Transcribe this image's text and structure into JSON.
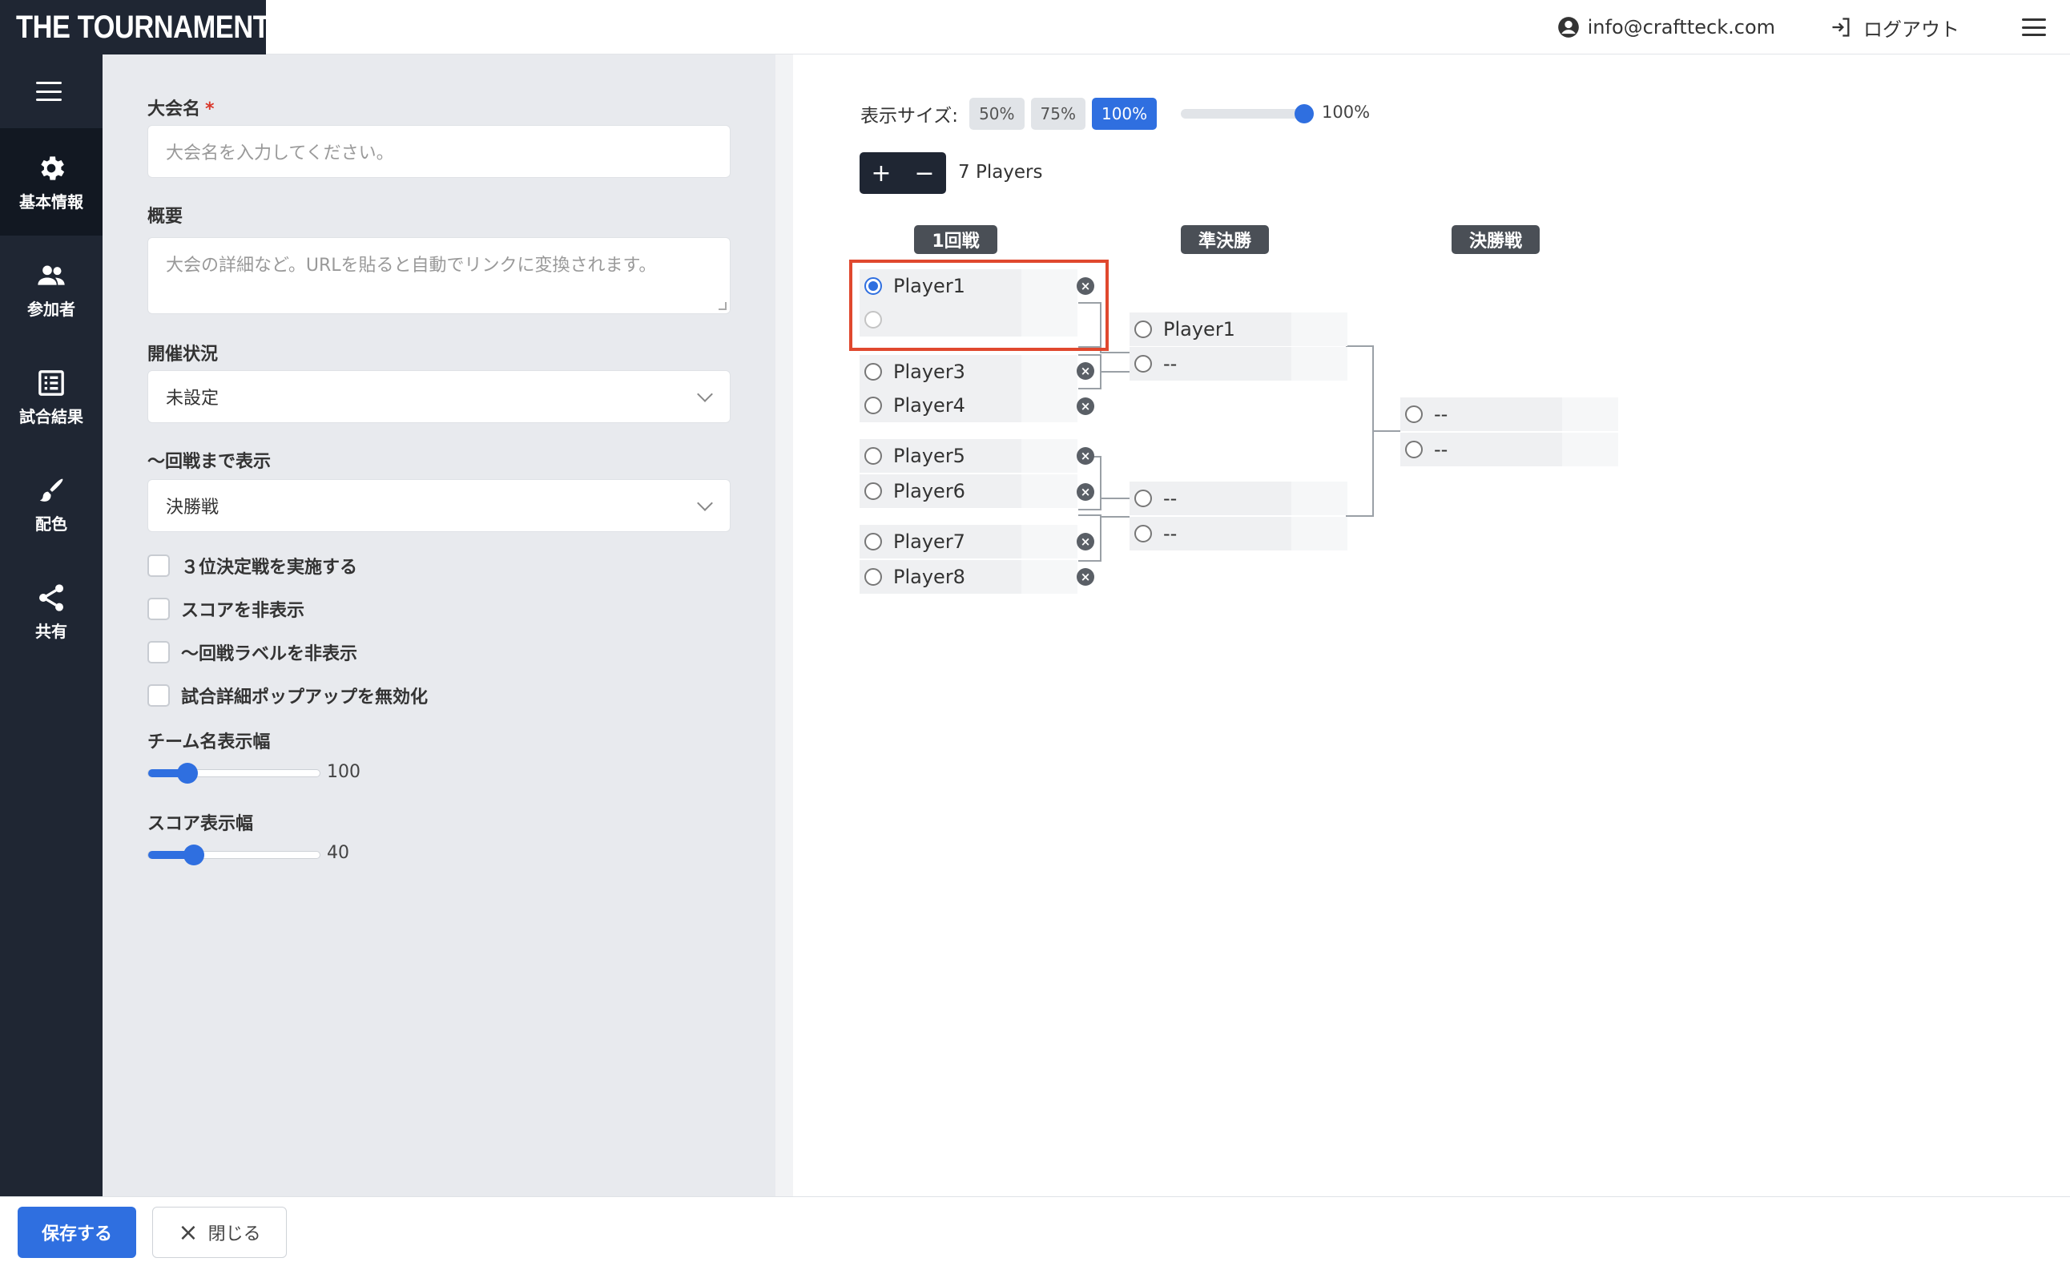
{
  "app": {
    "logo": "THE TOURNAMENT"
  },
  "header": {
    "user_email": "info@craftteck.com",
    "logout_label": "ログアウト"
  },
  "sidenav": {
    "items": [
      {
        "label": "基本情報",
        "icon": "gear-icon"
      },
      {
        "label": "参加者",
        "icon": "users-icon"
      },
      {
        "label": "試合結果",
        "icon": "list-icon"
      },
      {
        "label": "配色",
        "icon": "brush-icon"
      },
      {
        "label": "共有",
        "icon": "share-icon"
      }
    ]
  },
  "form": {
    "name_label": "大会名",
    "required_mark": "*",
    "name_placeholder": "大会名を入力してください。",
    "summary_label": "概要",
    "summary_placeholder": "大会の詳細など。URLを貼ると自動でリンクに変換されます。",
    "status_label": "開催状況",
    "status_value": "未設定",
    "rounds_label": "〜回戦まで表示",
    "rounds_value": "決勝戦",
    "checkboxes": [
      "３位決定戦を実施する",
      "スコアを非表示",
      "〜回戦ラベルを非表示",
      "試合詳細ポップアップを無効化"
    ],
    "team_width_label": "チーム名表示幅",
    "team_width_value": "100",
    "score_width_label": "スコア表示幅",
    "score_width_value": "40"
  },
  "preview": {
    "size_label": "表示サイズ:",
    "size_options": [
      "50%",
      "75%",
      "100%"
    ],
    "size_selected": "100%",
    "size_value": "100%",
    "plus": "+",
    "minus": "−",
    "players_count": "7 Players",
    "rounds": [
      "1回戦",
      "準決勝",
      "決勝戦"
    ],
    "round1": [
      "Player1",
      "",
      "Player3",
      "Player4",
      "Player5",
      "Player6",
      "Player7",
      "Player8"
    ],
    "semis": [
      "Player1",
      "--",
      "--",
      "--"
    ],
    "final": [
      "--",
      "--"
    ]
  },
  "footer": {
    "save_label": "保存する",
    "close_label": "閉じる"
  }
}
